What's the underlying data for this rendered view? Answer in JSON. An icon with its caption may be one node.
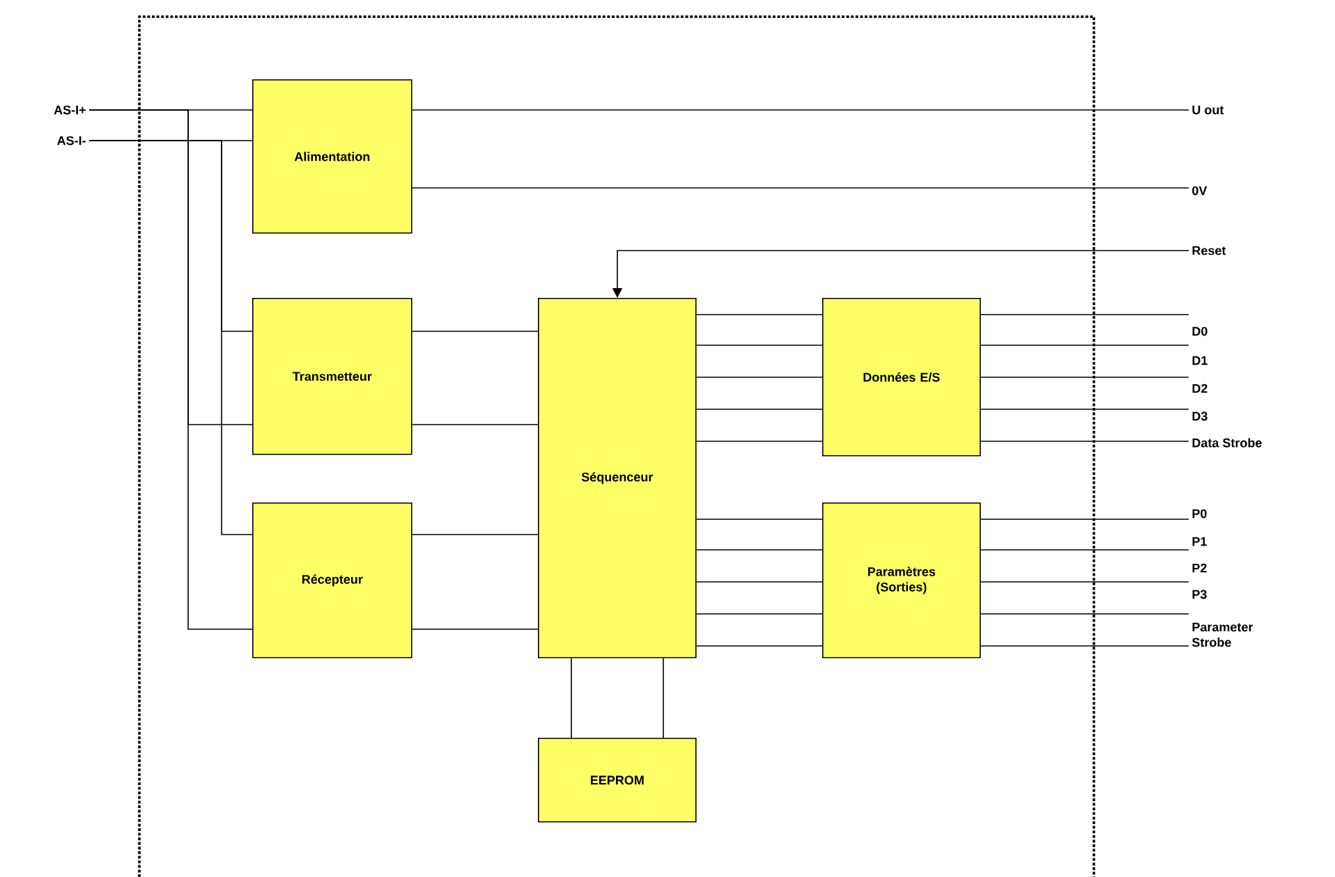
{
  "diagram": {
    "nodes": [
      {
        "text": [
          "AS-I+"
        ]
      },
      {
        "text": [
          "AS-I-"
        ]
      },
      {
        "text": [
          "Alimentation"
        ]
      },
      {
        "text": [
          "U out"
        ]
      },
      {
        "text": [
          "0V"
        ]
      },
      {
        "text": [
          "Reset"
        ]
      },
      {
        "text": [
          "Transmetteur"
        ]
      },
      {
        "text": [
          "Séquenceur"
        ]
      },
      {
        "text": [
          "Données E/S"
        ]
      },
      {
        "text": [
          "D0"
        ]
      },
      {
        "text": [
          "D1"
        ]
      },
      {
        "text": [
          "D2"
        ]
      },
      {
        "text": [
          "D3"
        ]
      },
      {
        "text": [
          "Data Strobe"
        ]
      },
      {
        "text": [
          "Récepteur"
        ]
      },
      {
        "text": [
          "Paramètres (Sorties)"
        ]
      },
      {
        "text": [
          "P0"
        ]
      },
      {
        "text": [
          "P1"
        ]
      },
      {
        "text": [
          "P2"
        ]
      },
      {
        "text": [
          "P3"
        ]
      },
      {
        "text": [
          "Parameter Strobe"
        ]
      },
      {
        "text": [
          "EEPROM"
        ]
      }
    ],
    "edges": [
      {
        "from": 0,
        "to": 2,
        "arrow": "none"
      },
      {
        "from": 1,
        "to": 2,
        "arrow": "none"
      },
      {
        "from": 0,
        "to": 6,
        "arrow": "none"
      },
      {
        "from": 0,
        "to": 14,
        "arrow": "none"
      },
      {
        "from": 1,
        "to": 6,
        "arrow": "none"
      },
      {
        "from": 1,
        "to": 14,
        "arrow": "none"
      },
      {
        "from": 2,
        "to": 3,
        "arrow": "none"
      },
      {
        "from": 2,
        "to": 4,
        "arrow": "none"
      },
      {
        "from": 5,
        "to": 7,
        "arrow": "to"
      },
      {
        "from": 6,
        "to": 7,
        "arrow": "none"
      },
      {
        "from": 6,
        "to": 7,
        "arrow": "none"
      },
      {
        "from": 14,
        "to": 7,
        "arrow": "none"
      },
      {
        "from": 14,
        "to": 7,
        "arrow": "none"
      },
      {
        "from": 7,
        "to": 8,
        "arrow": "none"
      },
      {
        "from": 7,
        "to": 8,
        "arrow": "none"
      },
      {
        "from": 7,
        "to": 8,
        "arrow": "none"
      },
      {
        "from": 7,
        "to": 8,
        "arrow": "none"
      },
      {
        "from": 7,
        "to": 8,
        "arrow": "none"
      },
      {
        "from": 8,
        "to": 9,
        "arrow": "none"
      },
      {
        "from": 8,
        "to": 10,
        "arrow": "none"
      },
      {
        "from": 8,
        "to": 11,
        "arrow": "none"
      },
      {
        "from": 8,
        "to": 12,
        "arrow": "none"
      },
      {
        "from": 8,
        "to": 13,
        "arrow": "none"
      },
      {
        "from": 7,
        "to": 15,
        "arrow": "none"
      },
      {
        "from": 7,
        "to": 15,
        "arrow": "none"
      },
      {
        "from": 7,
        "to": 15,
        "arrow": "none"
      },
      {
        "from": 7,
        "to": 15,
        "arrow": "none"
      },
      {
        "from": 7,
        "to": 15,
        "arrow": "none"
      },
      {
        "from": 15,
        "to": 16,
        "arrow": "none"
      },
      {
        "from": 15,
        "to": 17,
        "arrow": "none"
      },
      {
        "from": 15,
        "to": 18,
        "arrow": "none"
      },
      {
        "from": 15,
        "to": 19,
        "arrow": "none"
      },
      {
        "from": 15,
        "to": 20,
        "arrow": "none"
      },
      {
        "from": 7,
        "to": 21,
        "arrow": "none"
      },
      {
        "from": 7,
        "to": 21,
        "arrow": "none"
      }
    ]
  }
}
